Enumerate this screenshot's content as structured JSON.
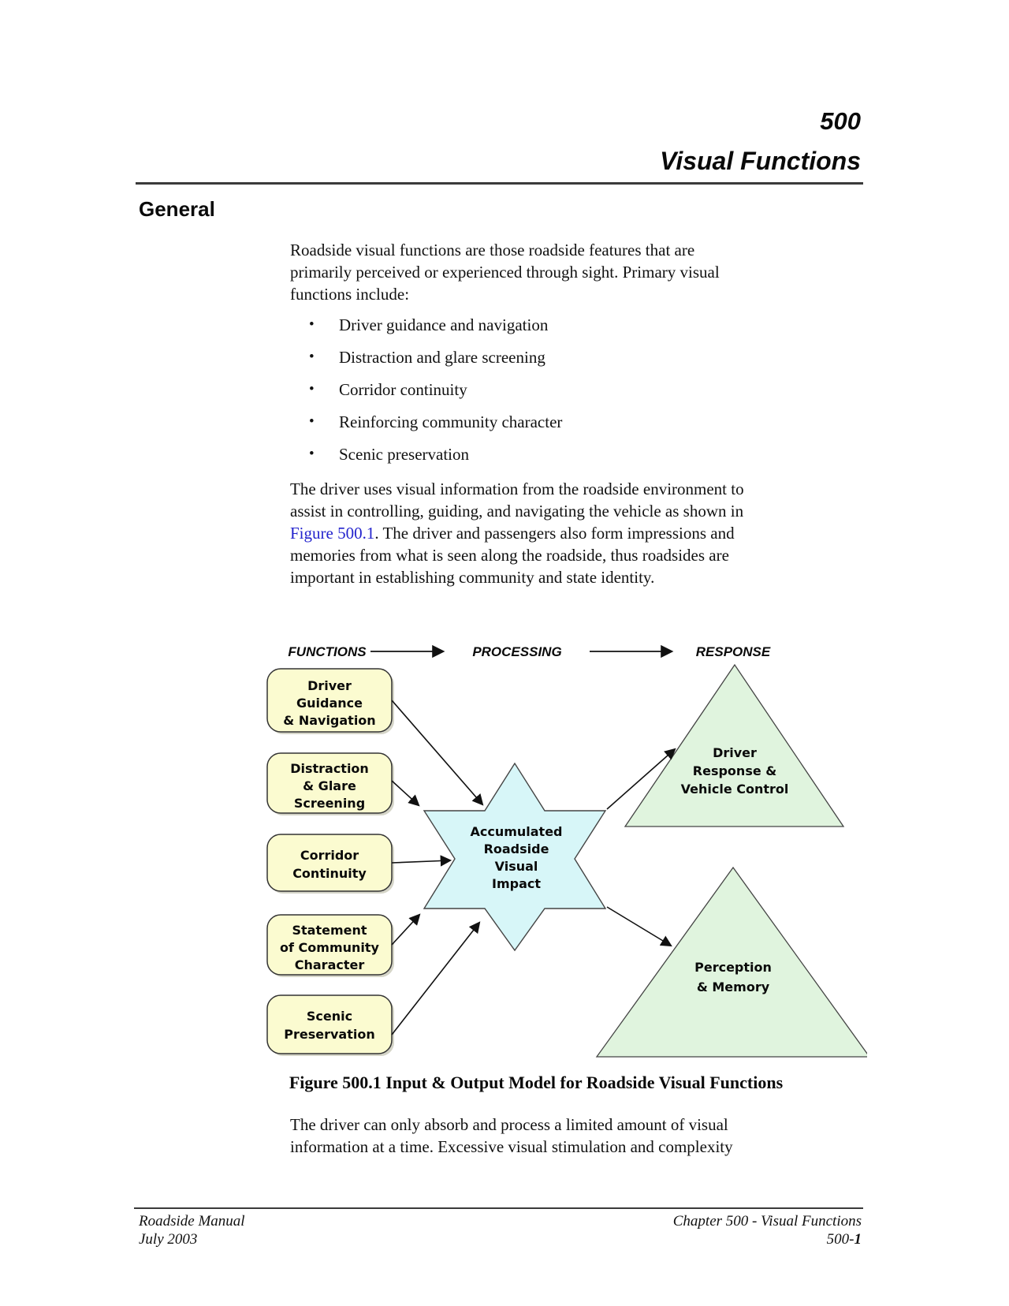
{
  "header": {
    "chapter_number": "500",
    "chapter_title": "Visual Functions"
  },
  "section_heading": "General",
  "para1_lines": [
    "Roadside visual functions are those roadside features that are",
    "primarily perceived or experienced through sight. Primary visual",
    "functions include:"
  ],
  "bullets": [
    "Driver guidance and navigation",
    "Distraction and glare screening",
    "Corridor continuity",
    "Reinforcing community character",
    "Scenic preservation"
  ],
  "bullet_glyph": "•",
  "para2": {
    "line1": "The driver uses visual information from the roadside environment to",
    "line2": "assist in controlling, guiding, and navigating the vehicle as shown in",
    "line3_link": "Figure 500.1",
    "line3_rest": ". The driver and passengers also form impressions and",
    "line4": "memories from what is seen along the roadside, thus roadsides are",
    "line5": "important in establishing community and state identity."
  },
  "figure": {
    "caption": "Figure 500.1  Input & Output Model for Roadside Visual Functions",
    "column_labels": [
      "FUNCTIONS",
      "PROCESSING",
      "RESPONSE"
    ],
    "input_boxes": [
      [
        "Driver",
        "Guidance",
        "& Navigation"
      ],
      [
        "Distraction",
        "& Glare",
        "Screening"
      ],
      [
        "Corridor",
        "Continuity"
      ],
      [
        "Statement",
        "of Community",
        "Character"
      ],
      [
        "Scenic",
        "Preservation"
      ]
    ],
    "process_node": [
      "Accumulated",
      "Roadside",
      "Visual",
      "Impact"
    ],
    "response_nodes": [
      [
        "Driver",
        "Response &",
        "Vehicle Control"
      ],
      [
        "Perception",
        "& Memory"
      ]
    ],
    "colors": {
      "input_box_fill": "#fbfbd0",
      "process_star_fill": "#d7f6f8",
      "response_triangle_fill": "#e0f4de"
    }
  },
  "para3_lines": [
    "The driver can only absorb and process a limited amount of visual",
    "information at a time. Excessive visual stimulation and complexity"
  ],
  "footer": {
    "left_line1": "Roadside Manual",
    "left_line2": "July 2003",
    "right_line1": "Chapter 500 - Visual Functions",
    "right_line2_prefix": "500-",
    "right_line2_page": "1"
  }
}
